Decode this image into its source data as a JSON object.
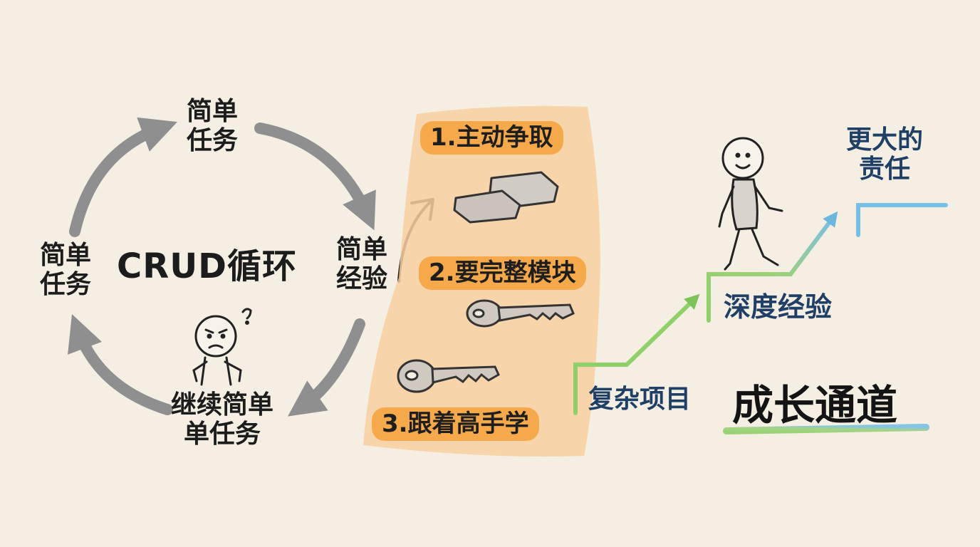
{
  "cycle": {
    "title": "CRUD循环",
    "node_top": [
      "简单",
      "任务"
    ],
    "node_right": [
      "简单",
      "经验"
    ],
    "node_bottom": [
      "继续简单",
      "单任务"
    ],
    "node_left": [
      "简单",
      "任务"
    ]
  },
  "steps": [
    {
      "label": "1.主动争取",
      "icon": "bricks-icon"
    },
    {
      "label": "2.要完整模块",
      "icon": "key-icon"
    },
    {
      "label": "3.跟着高手学",
      "icon": "key-icon"
    }
  ],
  "growth": {
    "title": "成长通道",
    "stage_1": "复杂项目",
    "stage_2": "深度经验",
    "stage_3": [
      "更大的",
      "责任"
    ]
  },
  "colors": {
    "background": "#f4efe2",
    "panel": "#f8cfa0",
    "step_highlight": "#f6a94b",
    "arrow_gray": "#8f8f8f",
    "green": "#8fcf6e",
    "blue": "#7cc2e4",
    "text_blue": "#1f3f66"
  }
}
